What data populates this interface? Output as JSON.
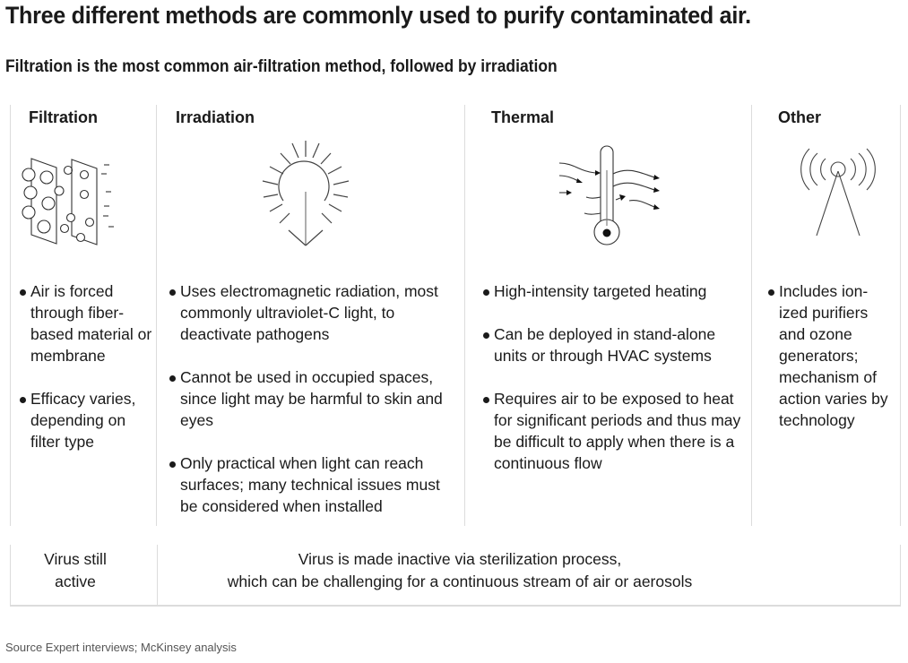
{
  "header": {
    "title": "Three different methods are commonly used to purify contaminated air.",
    "subtitle": "Filtration is the most common air-filtration method, followed by irradiation"
  },
  "columns": [
    {
      "heading": "Filtration",
      "icon": "filter-membrane-icon",
      "bullets": [
        "Air is forced through fiber-based material or membrane",
        "Efficacy varies, depending on filter type"
      ]
    },
    {
      "heading": "Irradiation",
      "icon": "radiating-light-icon",
      "bullets": [
        "Uses electromagnetic radiation, most commonly ultraviolet-C light, to deactivate pathogens",
        "Cannot be used in occupied spaces, since light may be harmful to skin and eyes",
        "Only practical when light can reach surfaces; many technical issues must be considered when installed"
      ]
    },
    {
      "heading": "Thermal",
      "icon": "thermometer-airflow-icon",
      "bullets": [
        "High-intensity targeted heating",
        "Can be deployed in stand-alone units or through HVAC systems",
        "Requires air to be exposed to heat for significant periods and thus may be difficult to apply when there is a continuous flow"
      ]
    },
    {
      "heading": "Other",
      "icon": "antenna-broadcast-icon",
      "bullets": [
        "Includes ion-ized purifiers and ozone generators; mechanism of action varies by technology"
      ]
    }
  ],
  "outcomes": {
    "filtration": "Virus still active",
    "sterilization_line1": "Virus is made inactive via sterilization process,",
    "sterilization_line2": "which can be challenging for a continuous stream of air or aerosols"
  },
  "footer": {
    "source": "Source Expert interviews; McKinsey analysis"
  },
  "colors": {
    "text": "#1a1a1a",
    "divider": "#dcdcdc",
    "source_text": "#555555",
    "background": "#ffffff"
  }
}
